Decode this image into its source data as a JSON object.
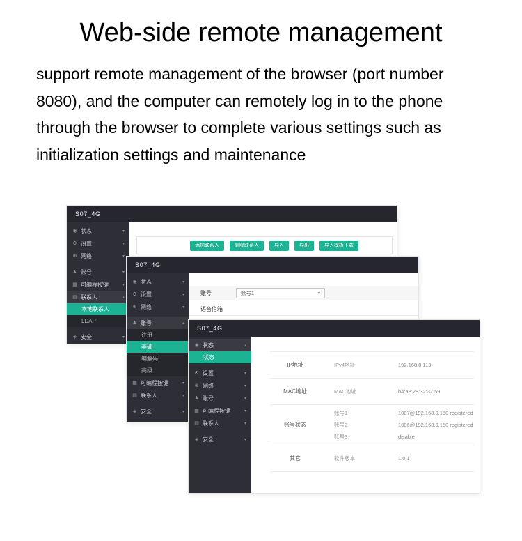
{
  "page": {
    "title": "Web-side remote management",
    "description_lines": [
      "support remote management of the browser (port number",
      "8080), and the computer can remotely log in to the phone",
      "through the browser to complete various settings such as",
      "initialization settings and maintenance"
    ]
  },
  "colors": {
    "accent": "#1cb394",
    "sidebar_bg": "#2e2e36",
    "header_bg": "#26262e"
  },
  "windows": [
    {
      "app_title": "S07_4G",
      "sidebar": {
        "items": [
          {
            "icon": "◉",
            "label": "状态",
            "chevron": "▾"
          },
          {
            "icon": "⚙",
            "label": "设置",
            "chevron": "▾"
          },
          {
            "icon": "⊕",
            "label": "网络",
            "chevron": "▾"
          },
          {
            "icon": "♟",
            "label": "账号",
            "chevron": "▾"
          },
          {
            "icon": "▦",
            "label": "可编程按键",
            "chevron": "▾"
          },
          {
            "icon": "▤",
            "label": "联系人",
            "chevron": "▴"
          },
          {
            "icon": "◈",
            "label": "安全",
            "chevron": "▾"
          }
        ],
        "subitems": [
          "本地联系人",
          "LDAP"
        ]
      },
      "toolbar": {
        "buttons": [
          "添加联系人",
          "删除联系人",
          "导入",
          "导出",
          "导入模板下载"
        ]
      }
    },
    {
      "app_title": "S07_4G",
      "sidebar": {
        "items": [
          {
            "icon": "◉",
            "label": "状态",
            "chevron": "▾"
          },
          {
            "icon": "⚙",
            "label": "设置",
            "chevron": "▾"
          },
          {
            "icon": "⊕",
            "label": "网络",
            "chevron": "▾"
          },
          {
            "icon": "♟",
            "label": "账号",
            "chevron": "▴"
          },
          {
            "icon": "▦",
            "label": "可编程按键",
            "chevron": "▾"
          },
          {
            "icon": "▤",
            "label": "联系人",
            "chevron": "▾"
          },
          {
            "icon": "◈",
            "label": "安全",
            "chevron": "▾"
          }
        ],
        "subitems": [
          "注册",
          "基础",
          "编解码",
          "高级"
        ]
      },
      "content": {
        "account_label": "账号",
        "account_value": "账号1",
        "select_chevron": "▾",
        "section_label": "语音信箱"
      }
    },
    {
      "app_title": "S07_4G",
      "sidebar": {
        "items": [
          {
            "icon": "◉",
            "label": "状态",
            "chevron": "▴"
          },
          {
            "icon": "⚙",
            "label": "设置",
            "chevron": "▾"
          },
          {
            "icon": "⊕",
            "label": "网络",
            "chevron": "▾"
          },
          {
            "icon": "♟",
            "label": "账号",
            "chevron": "▾"
          },
          {
            "icon": "▦",
            "label": "可编程按键",
            "chevron": "▾"
          },
          {
            "icon": "▤",
            "label": "联系人",
            "chevron": "▾"
          },
          {
            "icon": "◈",
            "label": "安全",
            "chevron": "▾"
          }
        ],
        "subitems": [
          "状态"
        ]
      },
      "status_table": {
        "rows": [
          {
            "category": "IP地址",
            "fields": [
              {
                "name": "IPv4地址",
                "value": "192.168.0.113"
              }
            ]
          },
          {
            "category": "MAC地址",
            "fields": [
              {
                "name": "MAC地址",
                "value": "b4:a8:28:32:37:59"
              }
            ]
          },
          {
            "category": "账号状态",
            "fields": [
              {
                "name": "账号1",
                "value": "1007@192.168.0.150 registered"
              },
              {
                "name": "账号2",
                "value": "1006@192.168.0.150 registered"
              },
              {
                "name": "账号3",
                "value": "disable"
              }
            ]
          },
          {
            "category": "其它",
            "fields": [
              {
                "name": "软件版本",
                "value": "1.0.1"
              }
            ]
          }
        ]
      }
    }
  ]
}
